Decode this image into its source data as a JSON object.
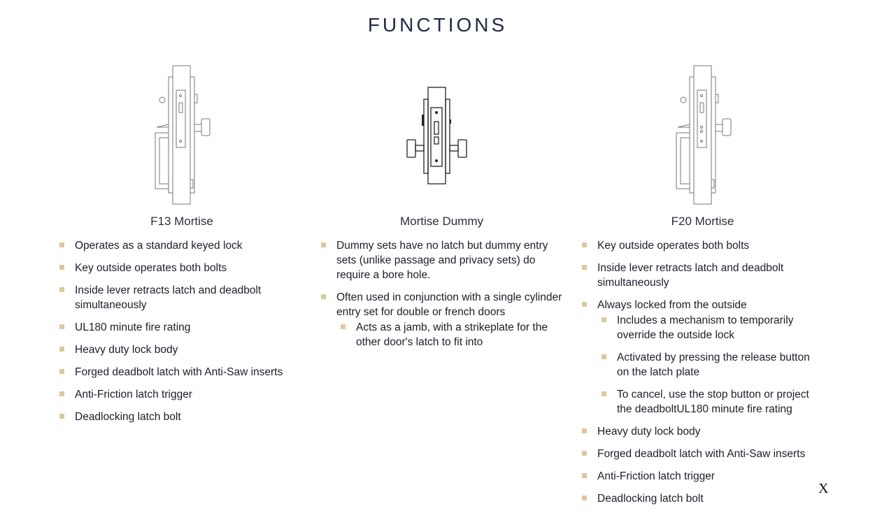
{
  "title": "FUNCTIONS",
  "columns": [
    {
      "name": "F13 Mortise",
      "items": [
        {
          "text": "Operates as a standard keyed lock"
        },
        {
          "text": "Key outside operates both bolts"
        },
        {
          "text": "Inside lever retracts latch and deadbolt simultaneously"
        },
        {
          "text": "UL180 minute fire rating"
        },
        {
          "text": "Heavy duty lock body"
        },
        {
          "text": "Forged deadbolt latch with Anti-Saw inserts"
        },
        {
          "text": "Anti-Friction latch trigger"
        },
        {
          "text": "Deadlocking latch bolt"
        }
      ]
    },
    {
      "name": "Mortise Dummy",
      "items": [
        {
          "text": "Dummy sets have no latch but dummy entry sets (unlike passage and privacy sets) do require a bore hole."
        },
        {
          "text": "Often used in conjunction with a single cylinder entry set for double or french doors",
          "sub": [
            "Acts as a jamb, with a strikeplate for the other door's latch to fit into"
          ]
        }
      ]
    },
    {
      "name": "F20 Mortise",
      "items": [
        {
          "text": "Key outside operates both bolts"
        },
        {
          "text": "Inside lever retracts latch and deadbolt simultaneously"
        },
        {
          "text": "Always locked from the outside",
          "sub": [
            "Includes a mechanism to temporarily override the outside lock",
            "Activated by pressing the release button on the latch plate",
            "To cancel, use the stop button or project the deadboltUL180 minute fire rating"
          ]
        },
        {
          "text": "Heavy duty lock body"
        },
        {
          "text": "Forged deadbolt latch with Anti-Saw inserts"
        },
        {
          "text": "Anti-Friction latch trigger"
        },
        {
          "text": "Deadlocking latch bolt"
        }
      ]
    }
  ],
  "close_label": "X"
}
